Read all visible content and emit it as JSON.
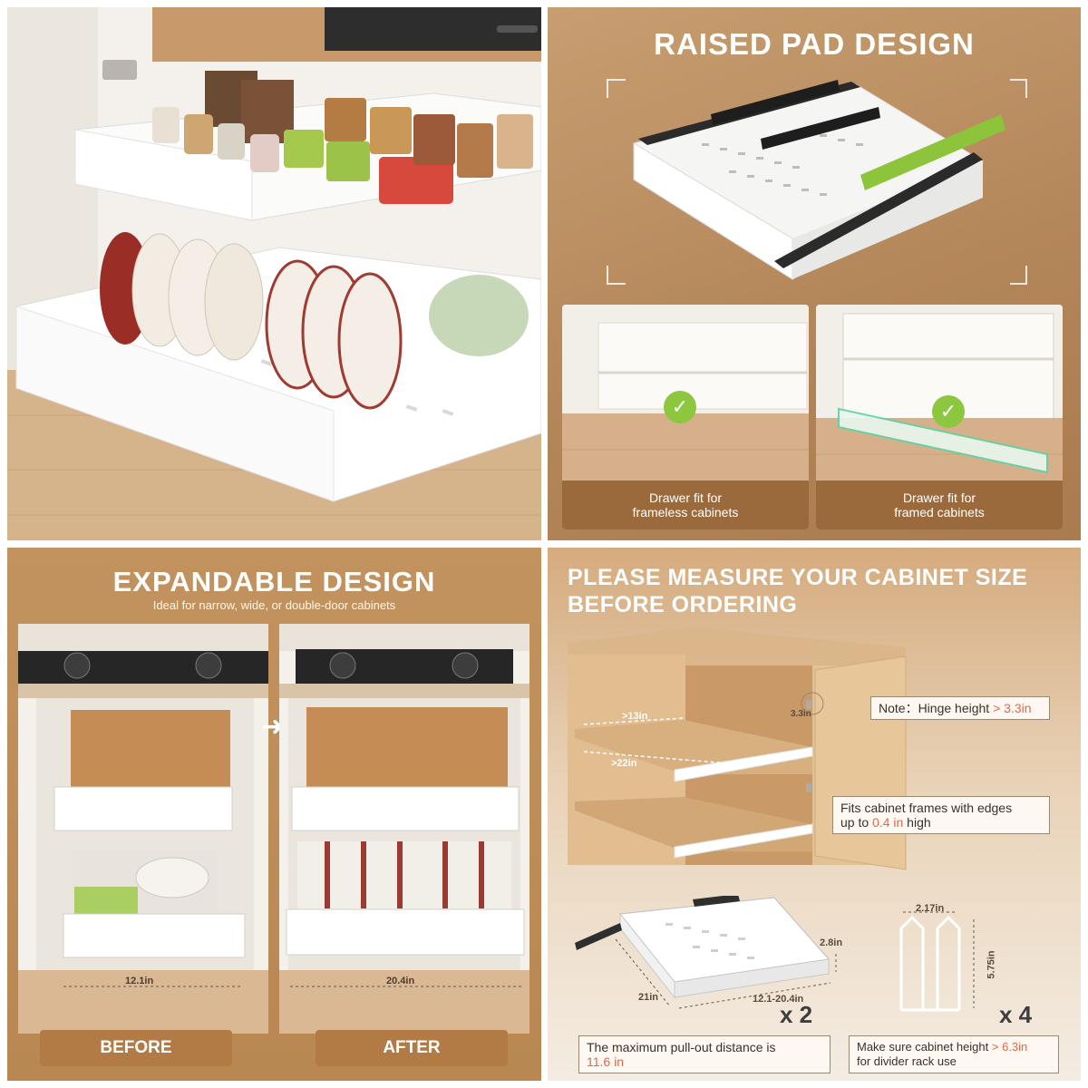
{
  "panel_raised": {
    "title": "RAISED PAD DESIGN",
    "frameless_caption_line1": "Drawer fit for",
    "frameless_caption_line2": "frameless cabinets",
    "framed_caption_line1": "Drawer fit for",
    "framed_caption_line2": "framed cabinets",
    "check_icon": "checkmark-icon"
  },
  "panel_expand": {
    "title": "EXPANDABLE DESIGN",
    "subtitle": "Ideal for narrow, wide, or double-door cabinets",
    "before_width": "12.1in",
    "after_width": "20.4in",
    "before_label": "BEFORE",
    "after_label": "AFTER",
    "arrow_icon": "arrow-right-icon"
  },
  "panel_measure": {
    "title_line1": "PLEASE MEASURE YOUR CABINET SIZE",
    "title_line2": "BEFORE ORDERING",
    "depth_label": ">13in",
    "width_label": ">22in",
    "hinge_label": "3.3in",
    "note_prefix": "Note：Hinge height ",
    "note_value": "> 3.3in",
    "frame_note_line1": "Fits cabinet frames with edges",
    "frame_note_prefix": "up to ",
    "frame_note_value": "0.4 in",
    "frame_note_suffix": " high",
    "drawer_depth": "21in",
    "drawer_width": "12.1-20.4in",
    "drawer_height": "2.8in",
    "drawer_count": "x 2",
    "rack_width": "2.17in",
    "rack_height": "5.75in",
    "rack_count": "x 4",
    "pull_note_line1": "The maximum pull-out distance is",
    "pull_note_value": "11.6 in",
    "height_note_prefix": "Make sure cabinet height ",
    "height_note_value": "> 6.3in",
    "height_note_line2": "for divider rack use"
  },
  "colors": {
    "accent_green": "#8dc63f",
    "accent_orange": "#e2684a",
    "brown": "#9b6a3c"
  }
}
